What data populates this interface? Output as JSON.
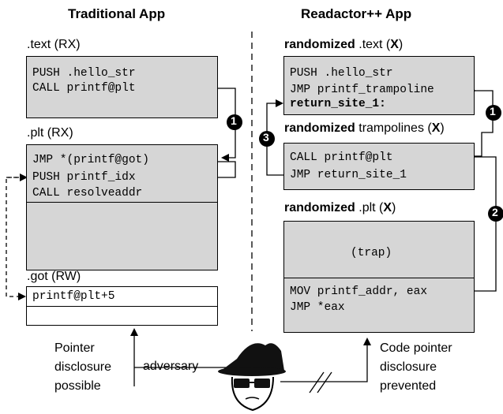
{
  "left": {
    "heading": "Traditional App",
    "text_section": {
      "label": ".text (RX)",
      "lines": [
        "PUSH .hello_str",
        "CALL printf@plt"
      ]
    },
    "plt_section": {
      "label": ".plt (RX)",
      "lines": [
        "JMP *(printf@got)",
        "PUSH printf_idx",
        "CALL resolveaddr"
      ]
    },
    "got_section": {
      "label": ".got (RW)",
      "lines": [
        "printf@plt+5"
      ]
    },
    "caption": [
      "Pointer",
      "disclosure",
      "possible"
    ]
  },
  "right": {
    "heading": "Readactor++ App",
    "text_section": {
      "label_bold": "randomized",
      "label_rest": " .text (",
      "label_x": "X",
      "label_close": ")",
      "lines": [
        "PUSH .hello_str",
        "JMP printf_trampoline"
      ],
      "bold_line": "return_site_1:"
    },
    "trampolines": {
      "label_bold": "randomized",
      "label_rest": " trampolines (",
      "label_x": "X",
      "label_close": ")",
      "lines": [
        "CALL printf@plt",
        "JMP return_site_1"
      ]
    },
    "plt_section": {
      "label_bold": "randomized",
      "label_rest": " .plt (",
      "label_x": "X",
      "label_close": ")",
      "trap": "(trap)",
      "lines": [
        "MOV printf_addr, eax",
        "JMP *eax"
      ]
    },
    "caption": [
      "Code pointer",
      "disclosure",
      "prevented"
    ]
  },
  "adversary_label": "adversary",
  "markers": {
    "m1": "1",
    "m2": "2",
    "m3": "3"
  },
  "colors": {
    "box_grey": "#d6d6d6",
    "ink": "#000000"
  }
}
